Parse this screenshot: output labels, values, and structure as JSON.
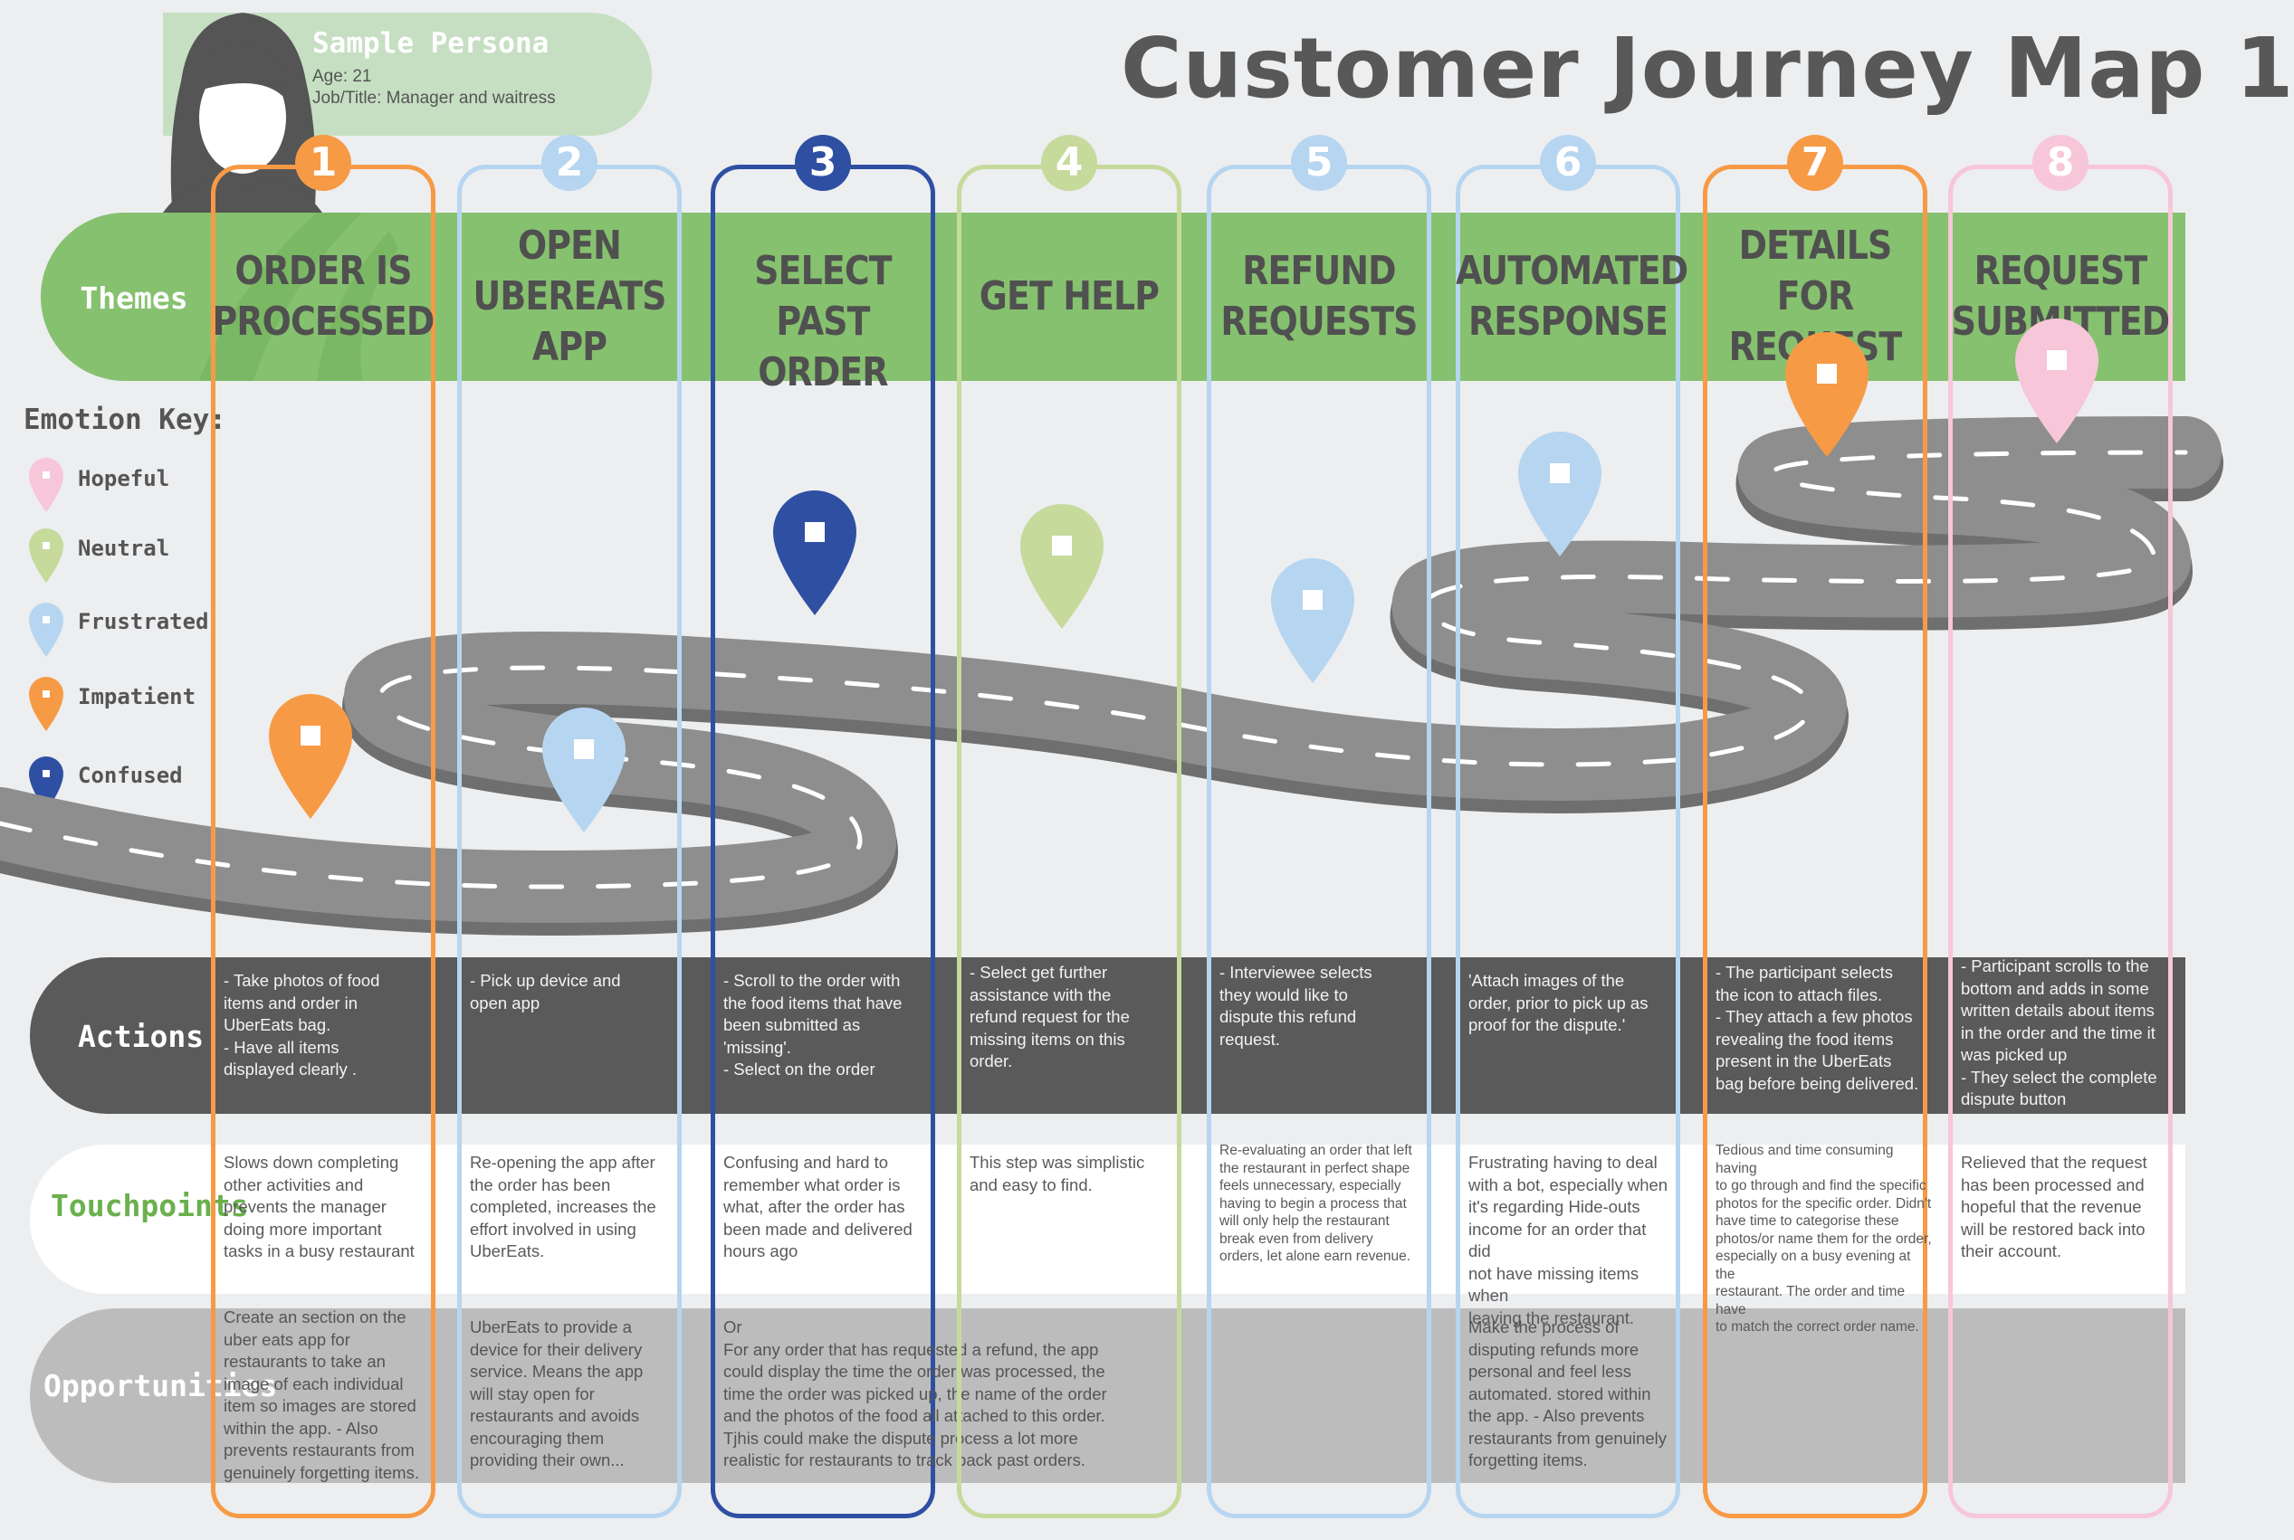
{
  "persona": {
    "name": "Sample Persona",
    "age": "Age: 21",
    "job": "Job/Title: Manager and waitress"
  },
  "title": "Customer Journey Map 1",
  "row_labels": {
    "themes": "Themes",
    "actions": "Actions",
    "touchpoints": "Touchpoints",
    "opportunities": "Opportunities"
  },
  "emotion_key": {
    "title": "Emotion Key:",
    "items": [
      {
        "label": "Hopeful",
        "color": "#f7c6d9"
      },
      {
        "label": "Neutral",
        "color": "#c6da9c"
      },
      {
        "label": "Frustrated",
        "color": "#b6d5f0"
      },
      {
        "label": "Impatient",
        "color": "#f79a45"
      },
      {
        "label": "Confused",
        "color": "#2f4fa2"
      }
    ]
  },
  "colors": {
    "orange": "#f79a45",
    "lightblue": "#b6d5f0",
    "darkblue": "#2f4fa2",
    "lightgreen": "#c6da9c",
    "pink": "#f7c6d9",
    "themeband": "#86c16f"
  },
  "stages": [
    {
      "number": "1",
      "theme": [
        "ORDER IS",
        "PROCESSED"
      ],
      "emotion": "Impatient",
      "actions": [
        "- Take photos of food",
        "items and order in",
        "UberEats bag.",
        "- Have all items",
        "displayed clearly ."
      ],
      "touchpoints": [
        "Slows down completing",
        "other activities and",
        "prevents the manager",
        "doing more important",
        "tasks in a busy restaurant"
      ],
      "opportunities": [
        "Create an section on the",
        "uber eats app for",
        "restaurants to take an",
        "image of each individual",
        "item so images are stored",
        "within the app. - Also",
        "prevents restaurants from",
        "genuinely forgetting items."
      ]
    },
    {
      "number": "2",
      "theme": [
        "OPEN",
        "UBEREATS",
        "APP"
      ],
      "emotion": "Frustrated",
      "actions": [
        "- Pick up device and",
        "open app"
      ],
      "touchpoints": [
        "Re-opening the app after",
        "the order has been",
        "completed, increases the",
        "effort involved in using",
        "UberEats."
      ],
      "opportunities": [
        "UberEats to provide a",
        "device for their delivery",
        "service. Means the app",
        "will stay open for",
        "restaurants and avoids",
        "encouraging them",
        "providing their own..."
      ]
    },
    {
      "number": "3",
      "theme": [
        "SELECT",
        "PAST ORDER"
      ],
      "emotion": "Confused",
      "actions": [
        "- Scroll to the order with",
        "the food items that have",
        "been submitted as",
        "'missing'.",
        "- Select on the order"
      ],
      "touchpoints": [
        "Confusing and hard to",
        "remember what order is",
        "what, after the order has",
        "been made and delivered",
        "hours ago"
      ],
      "opportunities": [
        "Or",
        "For any order that has requested a refund, the app",
        "could display the time the order was processed, the",
        "time the order was picked up, the name of the order",
        "and the photos of the food all attached to this order.",
        "Tjhis could make the dispute process a lot more",
        "realistic for restaurants to track back past orders."
      ]
    },
    {
      "number": "4",
      "theme": [
        "GET HELP"
      ],
      "emotion": "Neutral",
      "actions": [
        "- Select get further",
        "assistance with the",
        "refund request for the",
        "missing items on this",
        "order."
      ],
      "touchpoints": [
        "This step was simplistic",
        "and easy to find."
      ],
      "opportunities": []
    },
    {
      "number": "5",
      "theme": [
        "REFUND",
        "REQUESTS"
      ],
      "emotion": "Frustrated",
      "actions": [
        "- Interviewee selects",
        "they would like to",
        "dispute this refund",
        "request."
      ],
      "touchpoints": [
        "Re-evaluating an order that left",
        "the restaurant in perfect shape",
        "feels unnecessary, especially",
        "having to begin a process that",
        "will only help the restaurant",
        "break even from delivery",
        "orders, let alone earn revenue."
      ],
      "opportunities": []
    },
    {
      "number": "6",
      "theme": [
        "AUTOMATED",
        "RESPONSE"
      ],
      "emotion": "Frustrated",
      "actions": [
        "'Attach images of the",
        "order, prior to pick up as",
        "proof for the dispute.'"
      ],
      "touchpoints": [
        "Frustrating having to deal",
        "with a bot, especially when",
        "it's regarding Hide-outs",
        "income for an order that did",
        "not have missing items when",
        "leaving the restaurant."
      ],
      "opportunities": [
        "Make the process of",
        "disputing refunds more",
        "personal and feel less",
        "automated. stored within",
        "the app. - Also prevents",
        "restaurants from genuinely",
        "forgetting items."
      ]
    },
    {
      "number": "7",
      "theme": [
        "DETAILS",
        "FOR",
        "REQUEST"
      ],
      "emotion": "Impatient",
      "actions": [
        "- The participant selects",
        "the icon to attach files.",
        "- They attach a few photos",
        "revealing the food items",
        "present in the UberEats",
        "bag before being delivered."
      ],
      "touchpoints": [
        "Tedious and time consuming having",
        "to go through and find the specific",
        "photos for the specific order. Didn't",
        "have time to categorise these",
        "photos/or name them for the order,",
        "especially on a busy evening at the",
        "restaurant. The order and time have",
        "to match the correct order name."
      ],
      "opportunities": []
    },
    {
      "number": "8",
      "theme": [
        "REQUEST",
        "SUBMITTED"
      ],
      "emotion": "Hopeful",
      "actions": [
        "- Participant scrolls to the",
        "bottom and adds in some",
        "written details about items",
        "in the order and the time it",
        "was picked up",
        "- They select the complete",
        "dispute button"
      ],
      "touchpoints": [
        "Relieved that the request",
        "has been processed and",
        "hopeful that the revenue",
        "will be restored back into",
        "their account."
      ],
      "opportunities": []
    }
  ]
}
